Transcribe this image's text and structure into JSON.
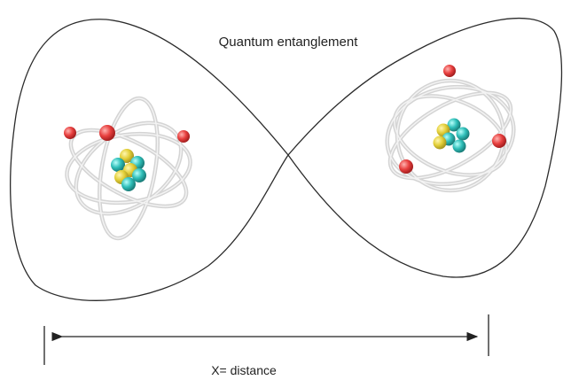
{
  "title": "Quantum entanglement",
  "distance_label": "X= distance",
  "colors": {
    "outline": "#2b2b2b",
    "orbit": "#d6d6d6",
    "electron": "#e8403f",
    "proton": "#e8d33a",
    "neutron": "#2fbfb9"
  },
  "atoms": [
    {
      "name": "left-atom"
    },
    {
      "name": "right-atom"
    }
  ]
}
